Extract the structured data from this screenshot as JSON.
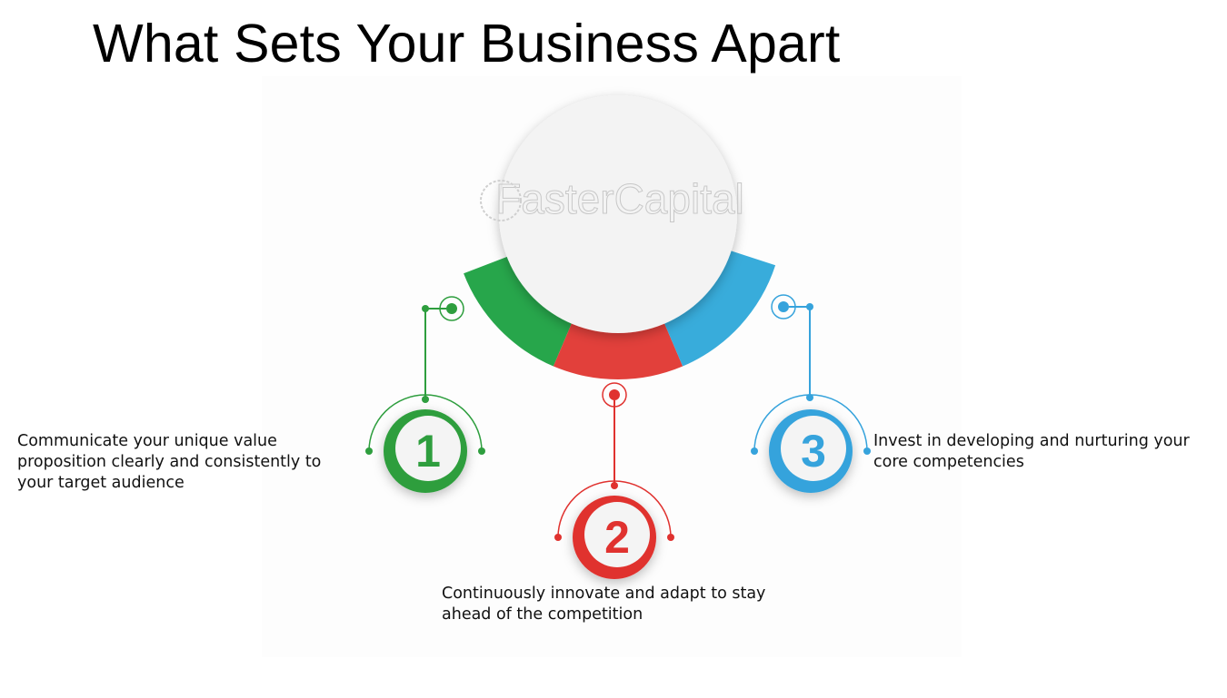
{
  "title": "What Sets Your Business Apart",
  "watermark": "FasterCapital",
  "steps": [
    {
      "number": "1",
      "text": "Communicate your unique value proposition clearly and consistently to your target audience",
      "color": "#2e9e3e"
    },
    {
      "number": "2",
      "text": "Continuously innovate and adapt to stay ahead of the competition",
      "color": "#e0322f"
    },
    {
      "number": "3",
      "text": "Invest in developing and nurturing your core competencies",
      "color": "#36a3dc"
    }
  ]
}
